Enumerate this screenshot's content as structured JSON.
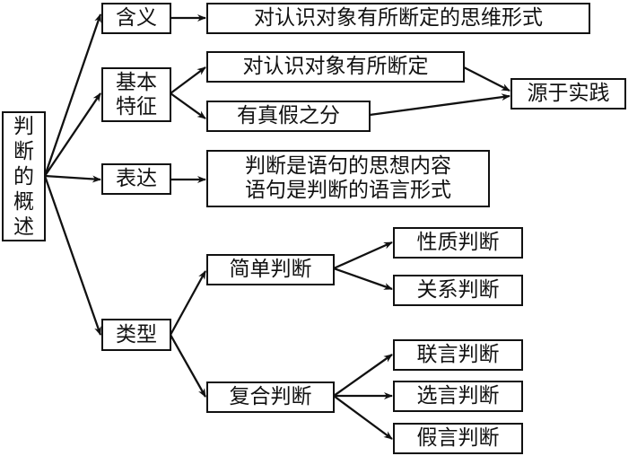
{
  "root": {
    "label": [
      "判",
      "断",
      "的",
      "概",
      "述"
    ]
  },
  "branches": {
    "meaning": {
      "label": "含义",
      "detail": "对认识对象有所断定的思维形式"
    },
    "features": {
      "label": [
        "基本",
        "特征"
      ],
      "items": [
        "对认识对象有所断定",
        "有真假之分"
      ],
      "source": "源于实践"
    },
    "expression": {
      "label": "表达",
      "detail": [
        "判断是语句的思想内容",
        "语句是判断的语言形式"
      ]
    },
    "types": {
      "label": "类型",
      "simple": {
        "label": "简单判断",
        "children": [
          "性质判断",
          "关系判断"
        ]
      },
      "compound": {
        "label": "复合判断",
        "children": [
          "联言判断",
          "选言判断",
          "假言判断"
        ]
      }
    }
  },
  "colors": {
    "stroke": "#111111",
    "background": "#ffffff"
  }
}
